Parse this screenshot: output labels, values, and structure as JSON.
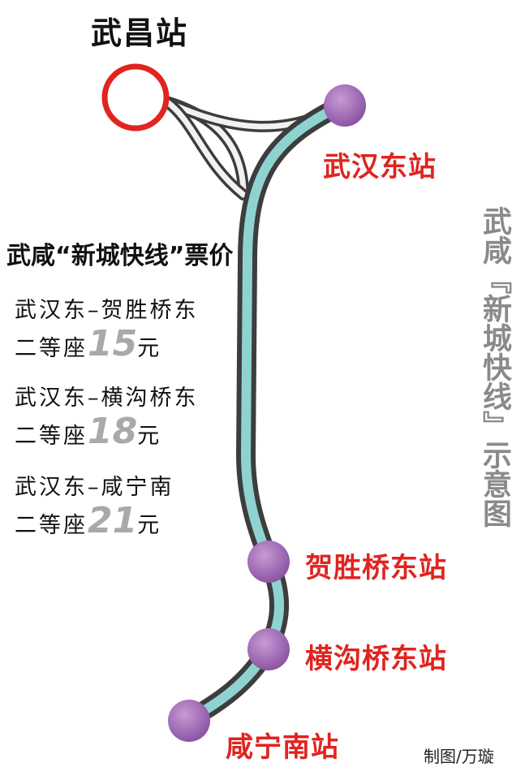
{
  "map": {
    "origin_station": "武昌站",
    "stations": [
      {
        "id": "wuhan-east",
        "label": "武汉东站",
        "color": "#e0241f"
      },
      {
        "id": "heshengqiao-east",
        "label": "贺胜桥东站",
        "color": "#e0241f"
      },
      {
        "id": "henggouqiao-east",
        "label": "横沟桥东站",
        "color": "#e0241f"
      },
      {
        "id": "xianning-south",
        "label": "咸宁南站",
        "color": "#e0241f"
      }
    ],
    "vertical_title": "武咸『新城快线』示意图",
    "credit": "制图/万璇"
  },
  "fares": {
    "title": "武咸“新城快线”票价",
    "items": [
      {
        "route": "武汉东–贺胜桥东",
        "seat_label": "二等座",
        "price": "15",
        "unit": "元"
      },
      {
        "route": "武汉东–横沟桥东",
        "seat_label": "二等座",
        "price": "18",
        "unit": "元"
      },
      {
        "route": "武汉东–咸宁南",
        "seat_label": "二等座",
        "price": "21",
        "unit": "元"
      }
    ]
  },
  "colors": {
    "track_outline": "#3d3d3d",
    "track_fill": "#8fd3d1",
    "branch_fill": "#f2f2f2",
    "station_dot": "#a46fb8",
    "origin_ring": "#e0241f",
    "station_text": "#e0241f"
  }
}
